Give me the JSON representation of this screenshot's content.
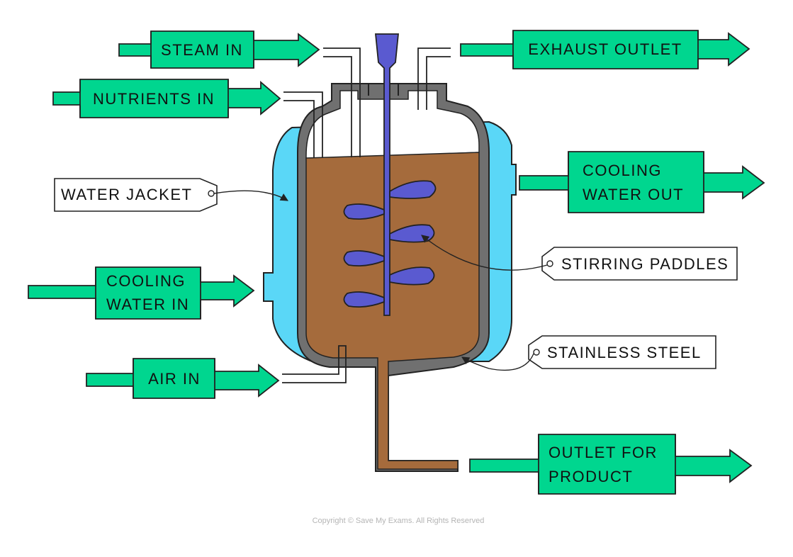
{
  "colors": {
    "arrow_green": "#00d68f",
    "water_jacket": "#5ad7f7",
    "steel": "#707070",
    "broth": "#a56b3c",
    "paddles": "#5a5ad0",
    "outline": "#222222"
  },
  "labels": {
    "steam_in": "STEAM IN",
    "nutrients_in": "NUTRIENTS IN",
    "exhaust_outlet": "EXHAUST OUTLET",
    "cooling_water_out_1": "COOLING",
    "cooling_water_out_2": "WATER OUT",
    "cooling_water_in_1": "COOLING",
    "cooling_water_in_2": "WATER IN",
    "air_in": "AIR IN",
    "outlet_for_product_1": "OUTLET FOR",
    "outlet_for_product_2": "PRODUCT",
    "water_jacket": "WATER JACKET",
    "stirring_paddles": "STIRRING PADDLES",
    "stainless_steel": "STAINLESS STEEL"
  },
  "copyright": "Copyright © Save My Exams. All Rights Reserved"
}
